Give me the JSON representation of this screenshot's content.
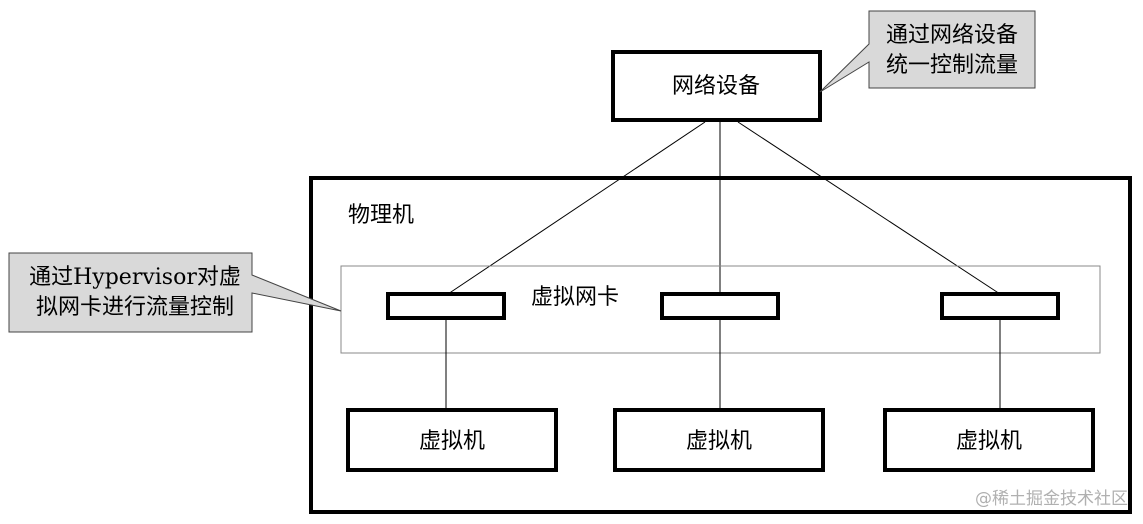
{
  "network_device": {
    "label": "网络设备"
  },
  "network_callout": {
    "lines": [
      "通过网络设备",
      "统一控制流量"
    ]
  },
  "physical_machine": {
    "label": "物理机"
  },
  "hypervisor_callout": {
    "lines": [
      "通过Hypervisor对虚",
      "拟网卡进行流量控制"
    ]
  },
  "virtual_nic_group": {
    "label": "虚拟网卡"
  },
  "virtual_machines": [
    {
      "label": "虚拟机"
    },
    {
      "label": "虚拟机"
    },
    {
      "label": "虚拟机"
    }
  ],
  "watermark": {
    "text": "@稀土掘金技术社区"
  }
}
